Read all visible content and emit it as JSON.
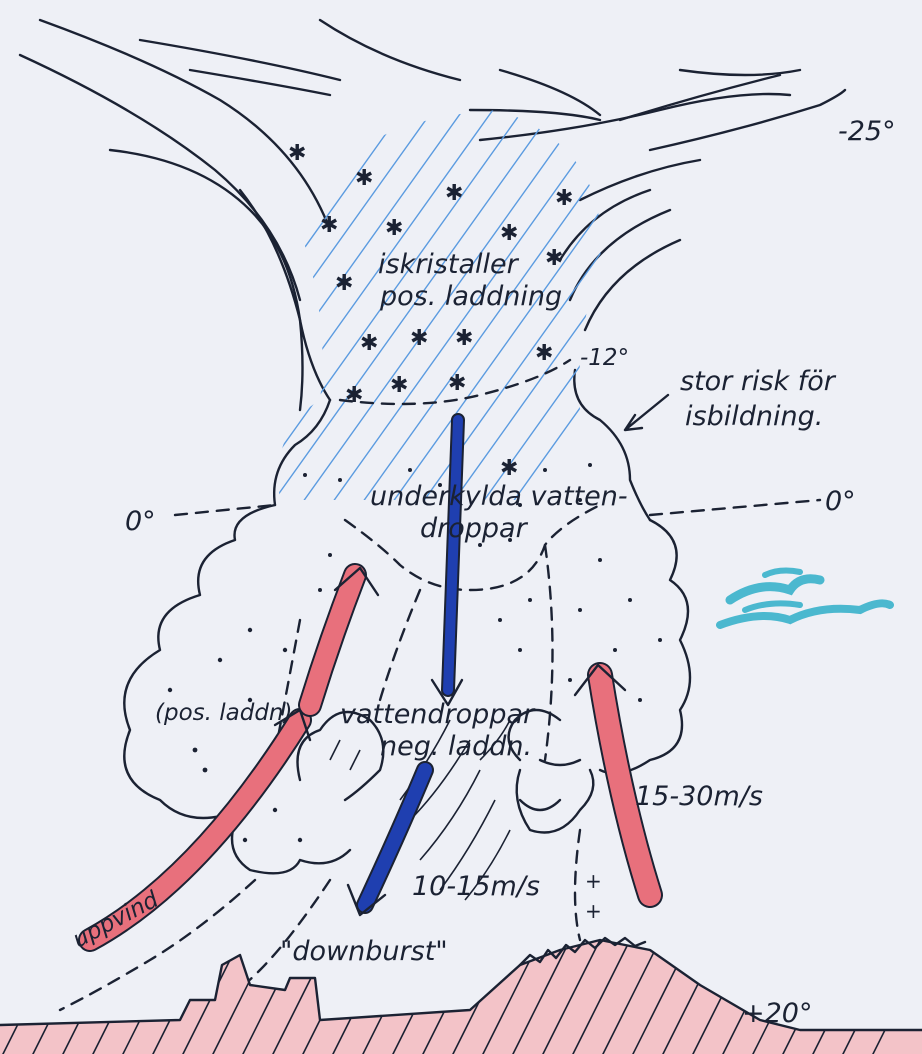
{
  "temperatures": {
    "top": "-25°",
    "mid": "-12°",
    "freezing_left": "0°",
    "freezing_right": "0°",
    "ground": "+20°"
  },
  "labels": {
    "ice_crystals_line1": "iskristaller",
    "ice_crystals_line2": "pos. laddning",
    "icing_risk_line1": "stor risk för",
    "icing_risk_line2": "isbildning.",
    "supercooled_line1": "underkylda vatten-",
    "supercooled_line2": "droppar",
    "water_drops_line1": "vattendroppar",
    "water_drops_line2": "neg. laddn.",
    "pos_charge": "(pos. laddn)",
    "updraft": "uppvind",
    "updraft_speed": "15-30m/s",
    "downdraft_speed": "10-15m/s",
    "downburst": "\"downburst\""
  },
  "colors": {
    "ink": "#1b2233",
    "updraft": "#e8707c",
    "downdraft": "#1f3fb0",
    "ice_hatch": "#5b9be0",
    "ground": "#e58a94",
    "smudge": "#4bb8cf"
  }
}
